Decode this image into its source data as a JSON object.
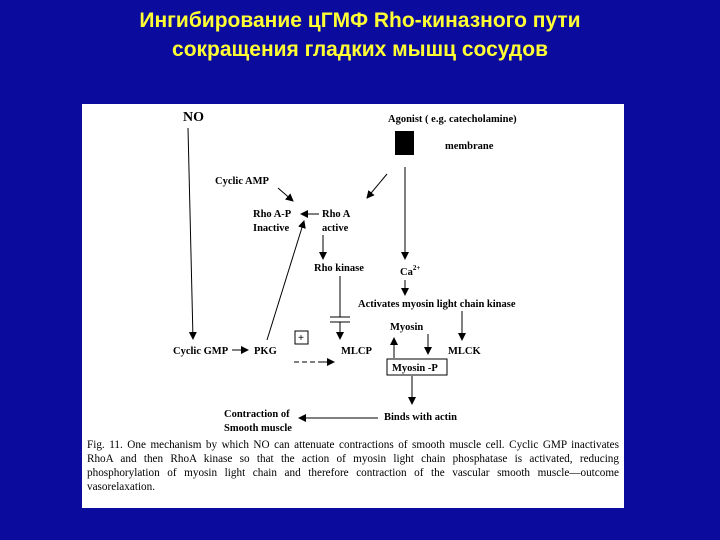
{
  "slide": {
    "title_line1": "Ингибирование цГМФ Rho-киназного пути",
    "title_line2": "сокращения гладких мышц сосудов"
  },
  "diagram": {
    "nodes": {
      "no": "NO",
      "agonist": "Agonist ( e.g. catecholamine)",
      "membrane": "membrane",
      "cyclic_amp": "Cyclic AMP",
      "rho_ap": "Rho A-P",
      "inactive": "Inactive",
      "rho_a": "Rho A",
      "active": "active",
      "rho_kinase": "Rho kinase",
      "ca": "Ca",
      "ca_sup": "2+",
      "activates": "Activates myosin light chain kinase",
      "myosin": "Myosin",
      "plus": "+",
      "cyclic_gmp": "Cyclic GMP",
      "pkg": "PKG",
      "mlcp": "MLCP",
      "mlck": "MLCK",
      "myosin_p": "Myosin -P",
      "contraction_1": "Contraction of",
      "contraction_2": "Smooth muscle",
      "binds": "Binds with actin"
    },
    "caption": "Fig. 11. One mechanism by which NO can attenuate contractions of smooth muscle cell. Cyclic GMP inactivates RhoA and then RhoA kinase so that the action of myosin light chain phosphatase is activated, reducing phosphorylation of myosin light chain and therefore contraction of the vascular smooth muscle—outcome vasorelaxation."
  }
}
